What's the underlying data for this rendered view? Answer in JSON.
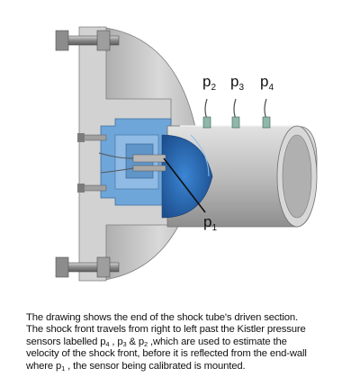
{
  "figure": {
    "labels": {
      "p2": {
        "main": "p",
        "sub": "2"
      },
      "p3": {
        "main": "p",
        "sub": "3"
      },
      "p4": {
        "main": "p",
        "sub": "4"
      },
      "p1": {
        "main": "p",
        "sub": "1"
      }
    },
    "colors": {
      "flange": "#cfcfcf",
      "flange_dark": "#8f8f8f",
      "tube": "#c4c4c4",
      "insert_blue": "#6fa6d9",
      "bore_blue": "#2f6fb8",
      "bolt": "#9a9a9a"
    }
  },
  "caption": {
    "line1": "The drawing shows the end of the shock tube's driven section.",
    "line2": "The shock front travels from right to left past the Kistler pressure",
    "line3_a": "sensors labelled p",
    "line3_s4": "4",
    "line3_b": " , p",
    "line3_s3": "3",
    "line3_c": "  & p",
    "line3_s2": "2",
    "line3_d": "  ,which are used to estimate the",
    "line4": "velocity of the shock front, before it is reflected from the end-wall",
    "line5_a": "where  p",
    "line5_s1": "1",
    "line5_b": " , the sensor being calibrated is mounted."
  }
}
